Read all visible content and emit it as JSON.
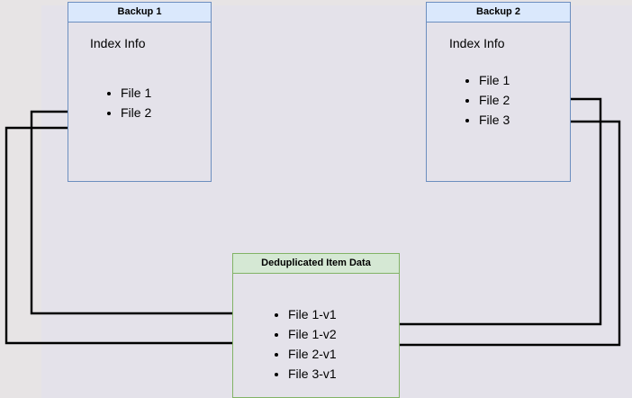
{
  "diagram": {
    "title": "Backup deduplication index diagram",
    "background_color": "#e4e2ea",
    "page_edge_color": "#e6e3e4"
  },
  "boxes": {
    "backup1": {
      "header": "Backup 1",
      "body_label": "Index Info",
      "header_fill": "#dae8fc",
      "border_color": "#6c8ebf",
      "files": [
        {
          "label": "File 1"
        },
        {
          "label": "File 2"
        }
      ]
    },
    "backup2": {
      "header": "Backup 2",
      "body_label": "Index Info",
      "header_fill": "#dae8fc",
      "border_color": "#6c8ebf",
      "files": [
        {
          "label": "File 1"
        },
        {
          "label": "File 2"
        },
        {
          "label": "File 3"
        }
      ]
    },
    "dedup": {
      "header": "Deduplicated Item Data",
      "header_fill": "#d5e8d4",
      "border_color": "#82b366",
      "files": [
        {
          "label": "File 1-v1"
        },
        {
          "label": "File 1-v2"
        },
        {
          "label": "File 2-v1"
        },
        {
          "label": "File 3-v1"
        }
      ]
    }
  },
  "connectors": {
    "line_color": "#000000",
    "edges": [
      {
        "name": "backup1-file1-to-dedup-file1v1",
        "from": "Backup 1 / File 1",
        "to": "Deduplicated Item Data / File 1-v1"
      },
      {
        "name": "backup1-file2-to-dedup-file2v1",
        "from": "Backup 1 / File 2",
        "to": "Deduplicated Item Data / File 2-v1"
      },
      {
        "name": "backup2-file1-to-dedup-file1v2",
        "from": "Backup 2 / File 1",
        "to": "Deduplicated Item Data / File 1-v2"
      },
      {
        "name": "backup2-file2-to-dedup-file2v1",
        "from": "Backup 2 / File 2",
        "to": "Deduplicated Item Data / File 2-v1"
      }
    ]
  }
}
